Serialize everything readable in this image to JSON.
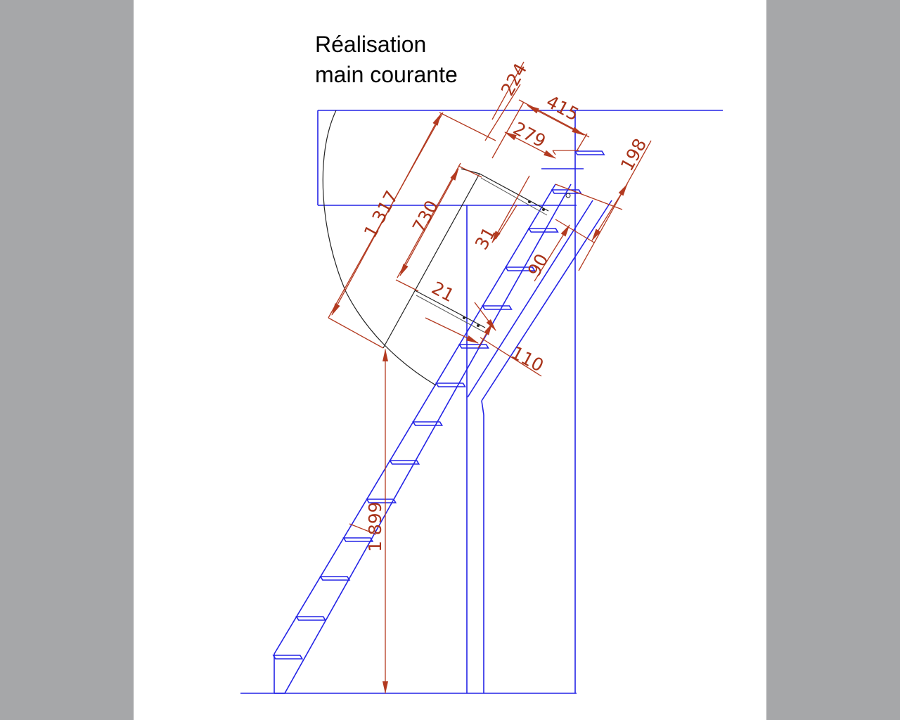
{
  "title": {
    "line1": "Réalisation",
    "line2": "main courante"
  },
  "dimensions": {
    "d224": "224",
    "d415": "415",
    "d279": "279",
    "d198": "198",
    "d1317": "1 317",
    "d730": "730",
    "d31": "31",
    "d90": "90",
    "d21": "21",
    "d110": "110",
    "d1899": "1 899"
  },
  "colors": {
    "frame_background": "#a6a7a9",
    "sheet": "#ffffff",
    "drawing_lines": "#2323e6",
    "dimension_lines": "#b33a20",
    "title_text": "#000000"
  }
}
